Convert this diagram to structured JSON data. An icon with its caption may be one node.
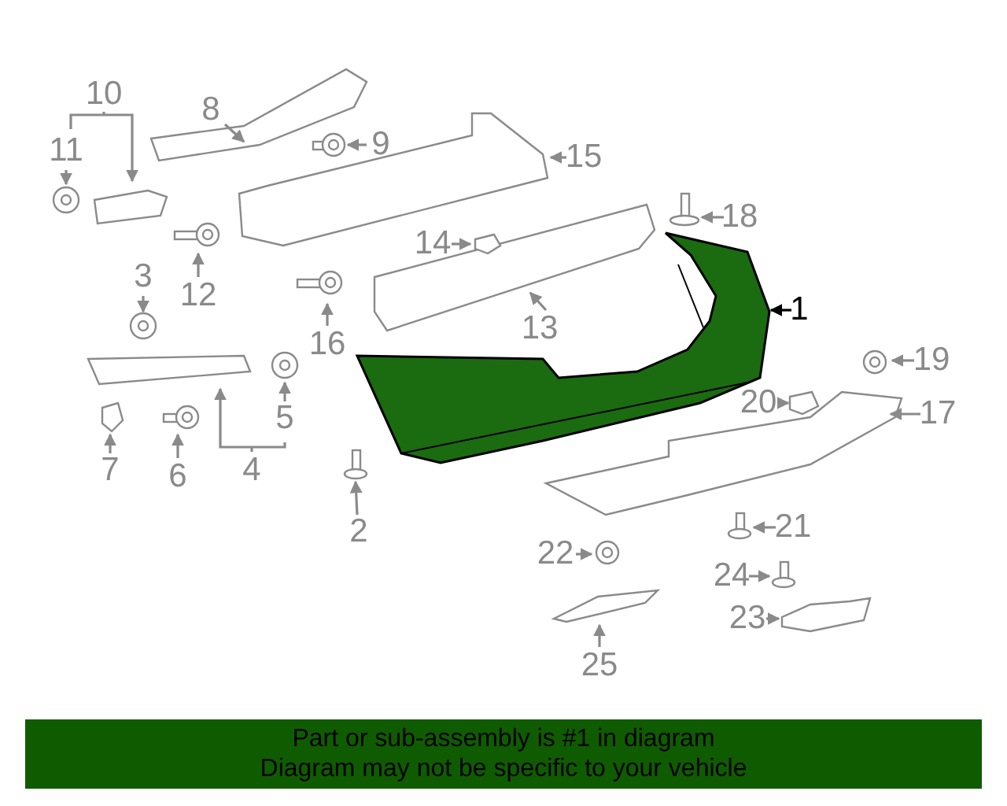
{
  "diagram": {
    "nodes": [
      {
        "text": [
          "1"
        ]
      },
      {
        "text": [
          "2"
        ]
      },
      {
        "text": [
          "3"
        ]
      },
      {
        "text": [
          "4"
        ]
      },
      {
        "text": [
          "5"
        ]
      },
      {
        "text": [
          "6"
        ]
      },
      {
        "text": [
          "7"
        ]
      },
      {
        "text": [
          "8"
        ]
      },
      {
        "text": [
          "9"
        ]
      },
      {
        "text": [
          "10"
        ]
      },
      {
        "text": [
          "11"
        ]
      },
      {
        "text": [
          "12"
        ]
      },
      {
        "text": [
          "13"
        ]
      },
      {
        "text": [
          "14"
        ]
      },
      {
        "text": [
          "15"
        ]
      },
      {
        "text": [
          "16"
        ]
      },
      {
        "text": [
          "17"
        ]
      },
      {
        "text": [
          "18"
        ]
      },
      {
        "text": [
          "19"
        ]
      },
      {
        "text": [
          "20"
        ]
      },
      {
        "text": [
          "21"
        ]
      },
      {
        "text": [
          "22"
        ]
      },
      {
        "text": [
          "23"
        ]
      },
      {
        "text": [
          "24"
        ]
      },
      {
        "text": [
          "25"
        ]
      },
      {
        "text": [],
        "shape": "picture"
      },
      {
        "text": [],
        "shape": "picture"
      },
      {
        "text": [],
        "shape": "picture"
      },
      {
        "text": [],
        "shape": "picture"
      },
      {
        "text": [],
        "shape": "picture"
      },
      {
        "text": [],
        "shape": "picture"
      },
      {
        "text": [],
        "shape": "picture"
      },
      {
        "text": [],
        "shape": "picture"
      },
      {
        "text": [],
        "shape": "picture"
      },
      {
        "text": [],
        "shape": "picture"
      },
      {
        "text": [],
        "shape": "picture"
      },
      {
        "text": [],
        "shape": "picture"
      },
      {
        "text": [],
        "shape": "picture"
      },
      {
        "text": [],
        "shape": "picture"
      },
      {
        "text": [],
        "shape": "picture"
      },
      {
        "text": [],
        "shape": "picture"
      },
      {
        "text": [],
        "shape": "picture"
      },
      {
        "text": [],
        "shape": "picture"
      },
      {
        "text": [],
        "shape": "picture"
      },
      {
        "text": [],
        "shape": "picture"
      },
      {
        "text": [],
        "shape": "picture"
      },
      {
        "text": [],
        "shape": "picture"
      },
      {
        "text": [],
        "shape": "picture"
      },
      {
        "text": [],
        "shape": "picture"
      },
      {
        "text": [],
        "shape": "picture"
      },
      {
        "text": [
          "Part or sub-assembly is #1 in diagram",
          "Diagram may not be specific to your vehicle"
        ]
      }
    ],
    "edges": [
      {
        "from": 0,
        "to": 25,
        "arrow": "to",
        "color": "#000000"
      },
      {
        "from": 1,
        "to": 26,
        "arrow": "to"
      },
      {
        "from": 2,
        "to": 27,
        "arrow": "to"
      },
      {
        "from": 3,
        "to": 28,
        "arrow": "to"
      },
      {
        "from": 4,
        "to": 29,
        "arrow": "to"
      },
      {
        "from": 5,
        "to": 30,
        "arrow": "to"
      },
      {
        "from": 6,
        "to": 31,
        "arrow": "to"
      },
      {
        "from": 7,
        "to": 32,
        "arrow": "to"
      },
      {
        "from": 8,
        "to": 33,
        "arrow": "to"
      },
      {
        "from": 9,
        "to": 34,
        "arrow": "to"
      },
      {
        "from": 10,
        "to": 35,
        "arrow": "to"
      },
      {
        "from": 11,
        "to": 36,
        "arrow": "to"
      },
      {
        "from": 12,
        "to": 37,
        "arrow": "to"
      },
      {
        "from": 13,
        "to": 38,
        "arrow": "to"
      },
      {
        "from": 14,
        "to": 39,
        "arrow": "to"
      },
      {
        "from": 15,
        "to": 40,
        "arrow": "to"
      },
      {
        "from": 16,
        "to": 41,
        "arrow": "to"
      },
      {
        "from": 17,
        "to": 42,
        "arrow": "to"
      },
      {
        "from": 18,
        "to": 43,
        "arrow": "to"
      },
      {
        "from": 19,
        "to": 44,
        "arrow": "to"
      },
      {
        "from": 20,
        "to": 45,
        "arrow": "to"
      },
      {
        "from": 21,
        "to": 46,
        "arrow": "to"
      },
      {
        "from": 22,
        "to": 47,
        "arrow": "to"
      },
      {
        "from": 23,
        "to": 48,
        "arrow": "to"
      },
      {
        "from": 24,
        "to": 49,
        "arrow": "to"
      }
    ]
  }
}
